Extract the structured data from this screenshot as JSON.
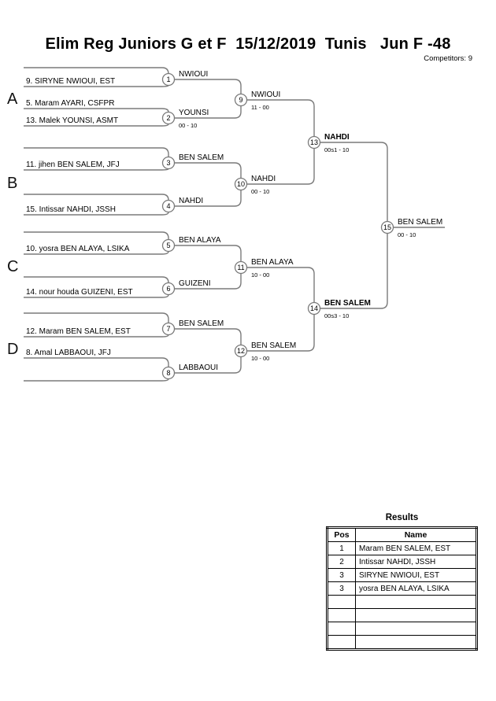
{
  "header": {
    "title": "Elim Reg Juniors G et F  15/12/2019  Tunis   Jun F -48",
    "competitors": "Competitors: 9"
  },
  "bracket": {
    "group_labels": [
      "A",
      "B",
      "C",
      "D"
    ],
    "entries": [
      {
        "name": "9. SIRYNE NWIOUI, EST"
      },
      {
        "name": "5. Maram AYARI, CSFPR"
      },
      {
        "name": "13. Malek YOUNSI, ASMT"
      },
      {
        "name": "11. jihen BEN SALEM, JFJ"
      },
      {
        "name": "15. Intissar NAHDI, JSSH"
      },
      {
        "name": "10. yosra BEN ALAYA, LSIKA"
      },
      {
        "name": "14. nour houda GUIZENI, EST"
      },
      {
        "name": "12. Maram BEN SALEM, EST"
      },
      {
        "name": "8. Amal LABBAOUI, JFJ"
      }
    ],
    "matches": [
      {
        "no": "1",
        "winner": "NWIOUI",
        "score": ""
      },
      {
        "no": "2",
        "winner": "YOUNSI",
        "score": "00 - 10"
      },
      {
        "no": "3",
        "winner": "BEN SALEM",
        "score": ""
      },
      {
        "no": "4",
        "winner": "NAHDI",
        "score": ""
      },
      {
        "no": "5",
        "winner": "BEN ALAYA",
        "score": ""
      },
      {
        "no": "6",
        "winner": "GUIZENI",
        "score": ""
      },
      {
        "no": "7",
        "winner": "BEN SALEM",
        "score": ""
      },
      {
        "no": "8",
        "winner": "LABBAOUI",
        "score": ""
      },
      {
        "no": "9",
        "winner": "NWIOUI",
        "score": "11 - 00"
      },
      {
        "no": "10",
        "winner": "NAHDI",
        "score": "00 - 10"
      },
      {
        "no": "11",
        "winner": "BEN ALAYA",
        "score": "10 - 00"
      },
      {
        "no": "12",
        "winner": "BEN SALEM",
        "score": "10 - 00"
      },
      {
        "no": "13",
        "winner": "NAHDI",
        "score": "00s1 - 10"
      },
      {
        "no": "14",
        "winner": "BEN SALEM",
        "score": "00s3 - 10"
      },
      {
        "no": "15",
        "winner": "BEN SALEM",
        "score": "00 - 10"
      }
    ]
  },
  "results": {
    "title": "Results",
    "col_pos": "Pos",
    "col_name": "Name",
    "rows": [
      {
        "pos": "1",
        "name": "Maram BEN SALEM, EST"
      },
      {
        "pos": "2",
        "name": "Intissar NAHDI, JSSH"
      },
      {
        "pos": "3",
        "name": "SIRYNE NWIOUI, EST"
      },
      {
        "pos": "3",
        "name": "yosra BEN ALAYA, LSIKA"
      },
      {
        "pos": "",
        "name": ""
      },
      {
        "pos": "",
        "name": ""
      },
      {
        "pos": "",
        "name": ""
      },
      {
        "pos": "",
        "name": ""
      }
    ]
  },
  "colors": {
    "line": "#7a7a7a",
    "text": "#000000"
  }
}
